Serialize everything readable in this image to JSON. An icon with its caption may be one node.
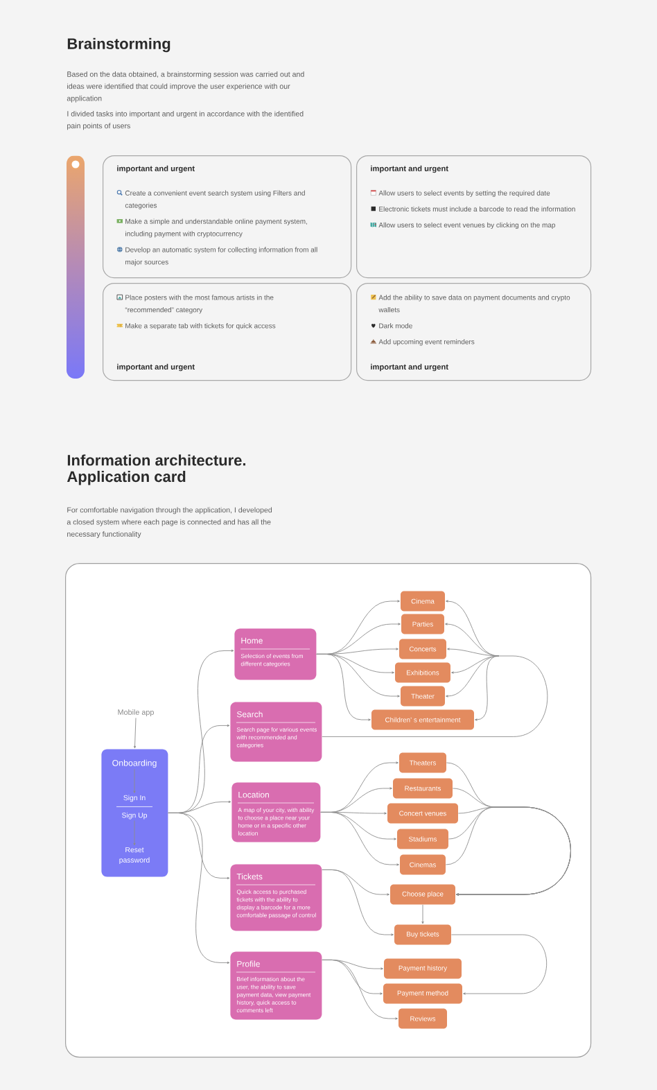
{
  "diagram": {
    "title": "Brainstorming",
    "nodes": [
      {
        "text": [
          "important and urgent",
          "Create a convenient event search system using Filters and categories",
          "Make a simple and understandable online payment system, including payment with cryptocurrency",
          "Develop an automatic system for collecting information from all major sources"
        ]
      },
      {
        "text": [
          "important and urgent",
          "Allow users to select events by setting the required date",
          "Electronic tickets must include a barcode to read the information",
          "Allow users to select event venues by clicking on the map"
        ]
      },
      {
        "text": [
          "Place posters with the most famous artists in the “recommended” category",
          "Make a separate tab with tickets for quick access",
          "important and urgent"
        ]
      },
      {
        "text": [
          "Add the ability to save data on payment documents and crypto wallets",
          "Dark mode",
          "Add upcoming event reminders",
          "important and urgent"
        ]
      },
      {
        "text": [],
        "shape": "box"
      },
      {
        "text": [
          "Mobile app"
        ],
        "in": 4
      },
      {
        "text": [],
        "shape": "box",
        "in": 4
      },
      {
        "text": [
          "Onboarding"
        ],
        "in": 6
      },
      {
        "text": [
          "Sign In"
        ],
        "in": 6
      },
      {
        "text": [
          "Sign Up"
        ],
        "in": 6
      },
      {
        "text": [
          "Reset password"
        ],
        "in": 6
      },
      {
        "text": [
          "Home",
          "Selection of events from different categories"
        ],
        "in": 4
      },
      {
        "text": [
          "Search",
          "Search page for various events with recommended and categories"
        ],
        "in": 4
      },
      {
        "text": [
          "Location",
          "A map of your city, with ability to choose a place near your home or in a specific other location"
        ],
        "in": 4
      },
      {
        "text": [
          "Tickets",
          "Quick access to purchased tickets with the ability to display a barcode for a more comfortable passage of control"
        ],
        "in": 4
      },
      {
        "text": [
          "Profile",
          "Brief information about the user, the ability to save payment data, view payment history, quick access to comments left"
        ],
        "in": 4
      },
      {
        "text": [
          "Cinema"
        ],
        "in": 4
      },
      {
        "text": [
          "Parties"
        ],
        "in": 4
      },
      {
        "text": [
          "Concerts"
        ],
        "in": 4
      },
      {
        "text": [
          "Exhibitions"
        ],
        "in": 4
      },
      {
        "text": [
          "Theater"
        ],
        "in": 4
      },
      {
        "text": [
          "Children’ s entertainment"
        ],
        "in": 4
      },
      {
        "text": [
          "Theaters"
        ],
        "in": 4
      },
      {
        "text": [
          "Restaurants"
        ],
        "in": 4
      },
      {
        "text": [
          "Concert venues"
        ],
        "in": 4
      },
      {
        "text": [
          "Stadiums"
        ],
        "in": 4
      },
      {
        "text": [
          "Cinemas"
        ],
        "in": 4
      },
      {
        "text": [
          "Choose place"
        ],
        "in": 4
      },
      {
        "text": [
          "Buy tickets"
        ],
        "in": 4
      },
      {
        "text": [
          "Payment history"
        ],
        "in": 4
      },
      {
        "text": [
          "Payment method"
        ],
        "in": 4
      },
      {
        "text": [
          "Reviews"
        ],
        "in": 4
      }
    ],
    "edges": [
      {
        "from": 5,
        "to": 6,
        "arrow": "to"
      },
      {
        "from": 7,
        "to": 8,
        "arrow": "to"
      },
      {
        "from": 9,
        "to": 10,
        "arrow": "to"
      },
      {
        "from": 6,
        "to": 11,
        "arrow": "to"
      },
      {
        "from": 6,
        "to": 12,
        "arrow": "to"
      },
      {
        "from": 6,
        "to": 13,
        "arrow": "to"
      },
      {
        "from": 6,
        "to": 14,
        "arrow": "to"
      },
      {
        "from": 6,
        "to": 15,
        "arrow": "to"
      },
      {
        "from": 11,
        "to": 16,
        "arrow": "to"
      },
      {
        "from": 11,
        "to": 17,
        "arrow": "to"
      },
      {
        "from": 11,
        "to": 18,
        "arrow": "to"
      },
      {
        "from": 11,
        "to": 19,
        "arrow": "to"
      },
      {
        "from": 11,
        "to": 20,
        "arrow": "to"
      },
      {
        "from": 11,
        "to": 21,
        "arrow": "to"
      },
      {
        "from": 12,
        "to": 16,
        "arrow": "to"
      },
      {
        "from": 12,
        "to": 17,
        "arrow": "to"
      },
      {
        "from": 12,
        "to": 18,
        "arrow": "to"
      },
      {
        "from": 12,
        "to": 19,
        "arrow": "to"
      },
      {
        "from": 12,
        "to": 20,
        "arrow": "to"
      },
      {
        "from": 12,
        "to": 21,
        "arrow": "to"
      },
      {
        "from": 13,
        "to": 22,
        "arrow": "to"
      },
      {
        "from": 13,
        "to": 23,
        "arrow": "to"
      },
      {
        "from": 13,
        "to": 24,
        "arrow": "to"
      },
      {
        "from": 13,
        "to": 25,
        "arrow": "to"
      },
      {
        "from": 13,
        "to": 26,
        "arrow": "to"
      },
      {
        "from": 22,
        "to": 27,
        "arrow": "to"
      },
      {
        "from": 23,
        "to": 27,
        "arrow": "to"
      },
      {
        "from": 24,
        "to": 27,
        "arrow": "to"
      },
      {
        "from": 25,
        "to": 27,
        "arrow": "to"
      },
      {
        "from": 26,
        "to": 27,
        "arrow": "to"
      },
      {
        "from": 14,
        "to": 27,
        "arrow": "to"
      },
      {
        "from": 14,
        "to": 28,
        "arrow": "to"
      },
      {
        "from": 27,
        "to": 28,
        "arrow": "to"
      },
      {
        "from": 28,
        "to": 30,
        "arrow": "to"
      },
      {
        "from": 15,
        "to": 29,
        "arrow": "to"
      },
      {
        "from": 15,
        "to": 30,
        "arrow": "to"
      },
      {
        "from": 15,
        "to": 31,
        "arrow": "to"
      }
    ],
    "labels": [
      "Based on the data obtained, a brainstorming session was carried out and ideas were identified that could improve the user experience with our application",
      "I divided tasks into important and urgent in accordance with the identified pain points of users",
      "Information architecture. Application card",
      "For comfortable navigation through the application, I developed a closed system where each page is connected and has all the necessary functionality"
    ]
  }
}
